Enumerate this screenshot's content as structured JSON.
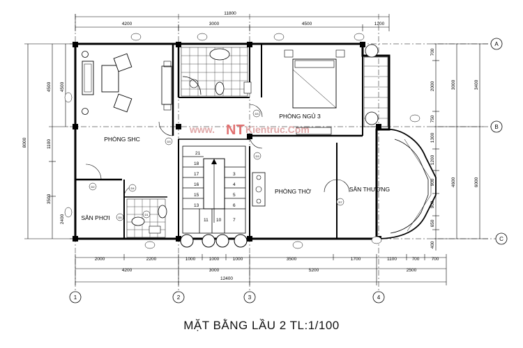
{
  "title": "MẶT BẰNG LẦU 2 TL:1/100",
  "watermark": {
    "prefix": "www.",
    "logo": "NT",
    "suffix": "Kientruc.Com"
  },
  "rooms": {
    "living": "PHÒNG SHC",
    "bedroom": "PHÒNG NGỦ 3",
    "worship": "PHÒNG THỜ",
    "terrace": "SÂN THƯỢNG",
    "drying": "SÂN PHƠI"
  },
  "axes": {
    "col1": "1",
    "col2": "2",
    "col3": "3",
    "col4": "4",
    "rowA": "A",
    "rowB": "B",
    "rowC": "C"
  },
  "dims_top": {
    "total": "11800",
    "d1": "4200",
    "d2": "3000",
    "d3": "4500",
    "d4": "1200"
  },
  "dims_bottom_row1": {
    "d1": "2000",
    "d2": "2200",
    "d3": "1000",
    "d4": "1000",
    "d5": "1000",
    "d6": "3500",
    "d7": "1700",
    "d8": "1100",
    "d9": "700",
    "d10": "700"
  },
  "dims_bottom_row2": {
    "d1": "4200",
    "d2": "3000",
    "d3": "5200",
    "d4": "2500"
  },
  "dims_bottom_total": "12400",
  "dims_left_outer": {
    "total": "8000"
  },
  "dims_left_inner": {
    "d1": "4500",
    "d2": "1100",
    "d3": "3500",
    "d4": "2400"
  },
  "dims_left_middle": {
    "d1": "4500"
  },
  "dims_right_inner": {
    "d1": "700",
    "d2": "2000",
    "d3": "750",
    "d4": "1300",
    "d5": "1200",
    "d6": "900",
    "d7": "900",
    "d8": "650",
    "d9": "400"
  },
  "dims_right_mid": {
    "d1": "3000",
    "d2": "4600"
  },
  "dims_right_outer": {
    "d1": "3400",
    "d2": "6000"
  },
  "stair_numbers": [
    "21",
    "18",
    "17",
    "16",
    "15",
    "13",
    "11",
    "10",
    "3",
    "4",
    "5",
    "6",
    "7"
  ],
  "door_tags": [
    "D2",
    "D3",
    "D3",
    "D3",
    "D4",
    "D5",
    "D7",
    "D1"
  ]
}
